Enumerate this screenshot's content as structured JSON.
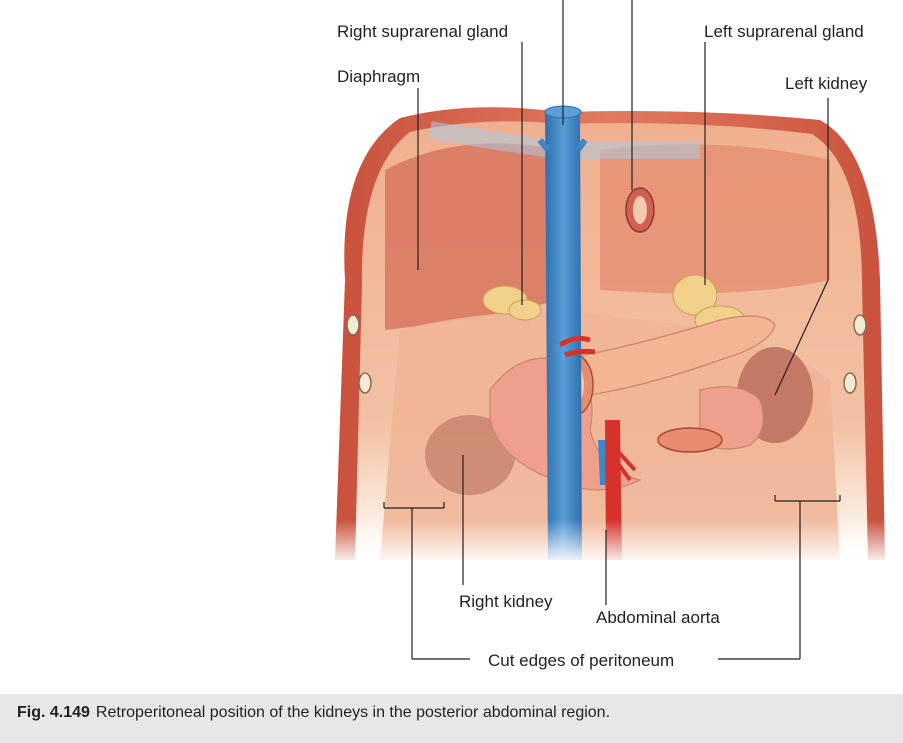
{
  "labels": {
    "right_suprarenal_gland": "Right suprarenal gland",
    "left_suprarenal_gland": "Left suprarenal gland",
    "diaphragm": "Diaphragm",
    "left_kidney": "Left kidney",
    "right_kidney": "Right kidney",
    "abdominal_aorta": "Abdominal aorta",
    "cut_edges_of_peritoneum": "Cut edges of peritoneum"
  },
  "caption": {
    "number": "Fig. 4.149",
    "text": "Retroperitoneal position of the kidneys in the posterior abdominal region."
  },
  "colors": {
    "muscle": "#d9765f",
    "muscle_light": "#eea98a",
    "peritoneum": "#f3c2a1",
    "vein": "#3f86c4",
    "artery": "#d6322b",
    "suprarenal": "#f1d08a",
    "kidney": "#b8705f",
    "caption_bg": "#e6e7e8"
  }
}
